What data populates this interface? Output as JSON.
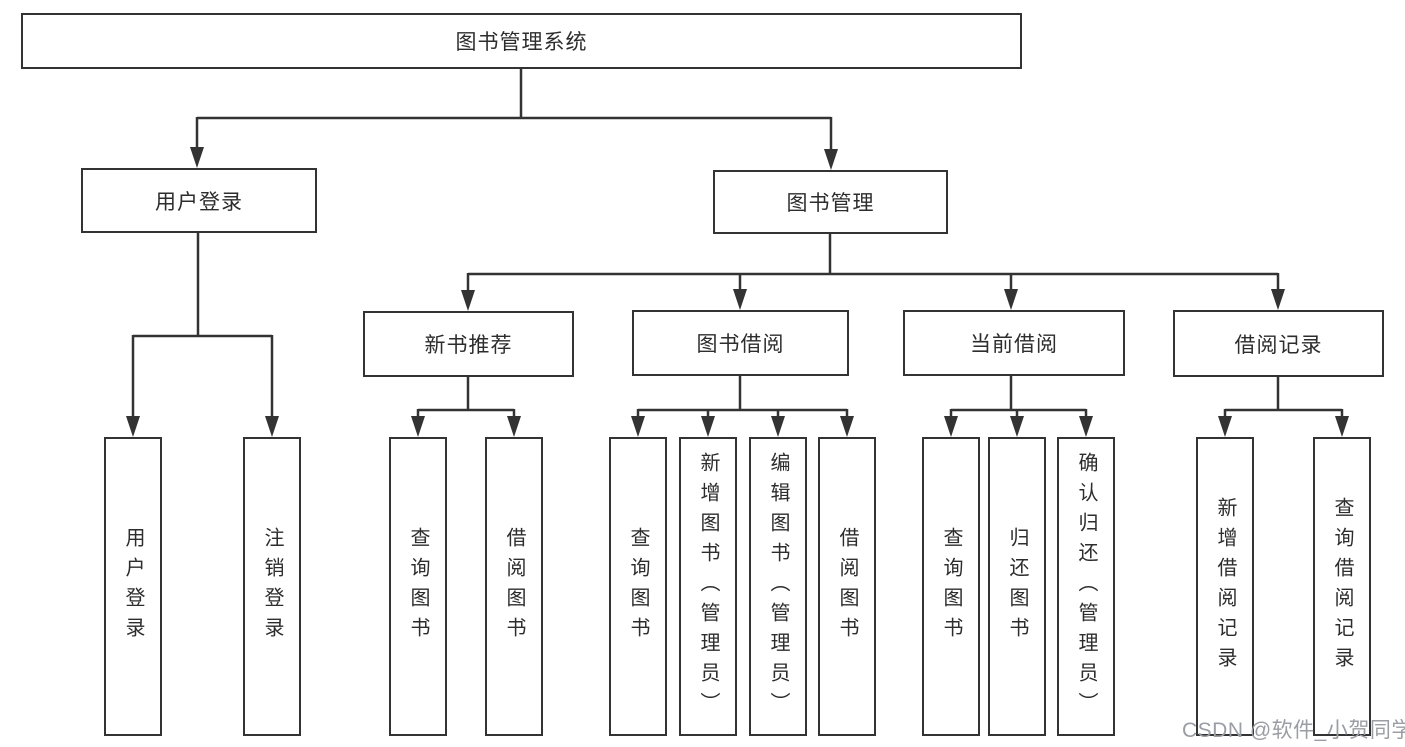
{
  "diagram": {
    "type": "hierarchy-tree",
    "orientation": "top-down"
  },
  "colors": {
    "line": "#333333",
    "box_border": "#333333",
    "text": "#2d2d2d",
    "background": "#ffffff",
    "watermark": "#9a9da3"
  },
  "tree": {
    "label": "图书管理系统",
    "children": [
      {
        "label": "用户登录",
        "children": [
          {
            "label": "用户登录"
          },
          {
            "label": "注销登录"
          }
        ]
      },
      {
        "label": "图书管理",
        "children": [
          {
            "label": "新书推荐",
            "children": [
              {
                "label": "查询图书"
              },
              {
                "label": "借阅图书"
              }
            ]
          },
          {
            "label": "图书借阅",
            "children": [
              {
                "label": "查询图书"
              },
              {
                "label": "新增图书（管理员）"
              },
              {
                "label": "编辑图书（管理员）"
              },
              {
                "label": "借阅图书"
              }
            ]
          },
          {
            "label": "当前借阅",
            "children": [
              {
                "label": "查询图书"
              },
              {
                "label": "归还图书"
              },
              {
                "label": "确认归还（管理员）"
              }
            ]
          },
          {
            "label": "借阅记录",
            "children": [
              {
                "label": "新增借阅记录"
              },
              {
                "label": "查询借阅记录"
              }
            ]
          }
        ]
      }
    ]
  },
  "watermark": {
    "text": "CSDN @软件_小贺同学"
  }
}
